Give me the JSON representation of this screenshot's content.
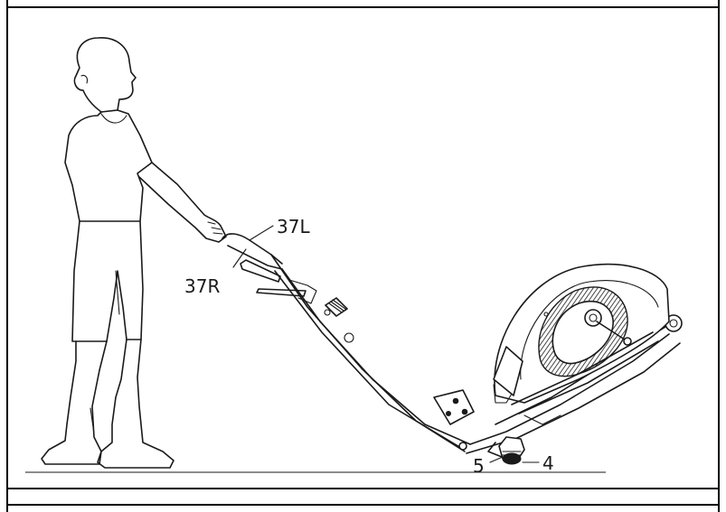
{
  "figure": {
    "callouts": {
      "handlebar_left": "37L",
      "handlebar_right": "37R",
      "part_5": "5",
      "part_4": "4"
    }
  }
}
